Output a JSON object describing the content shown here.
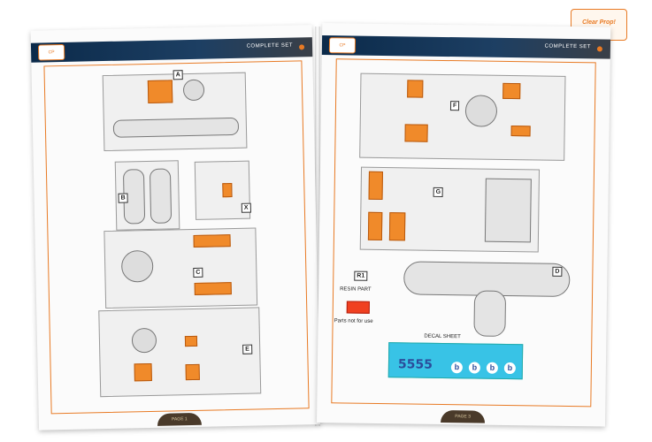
{
  "corner_logo": {
    "text": "Clear Prop!"
  },
  "left_page": {
    "header_title": "COMPLETE SET",
    "sprue_labels": [
      "A",
      "B",
      "X",
      "C",
      "E"
    ],
    "footer_label": "PAGE 1"
  },
  "right_page": {
    "header_title": "COMPLETE SET",
    "sprue_labels": [
      "F",
      "G",
      "D"
    ],
    "resin_label": "R1",
    "resin_text": "RESIN PART",
    "not_for_use_text": "Parts not for use",
    "decal_title": "DECAL SHEET",
    "footer_label": "PAGE 3"
  },
  "colors": {
    "accent": "#e87a24",
    "header": "#0b2a4a",
    "decal_bg": "#38c3e6"
  }
}
